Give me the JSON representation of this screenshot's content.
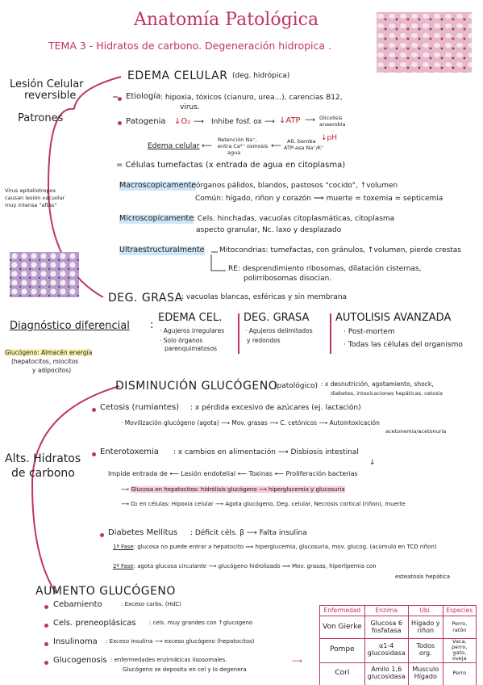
{
  "header": {
    "title": "Anatomía Patológica",
    "subtitle": "TEMA 3 - Hidratos de carbono. Degeneración hidropica ."
  },
  "left": {
    "lesion1": "Lesión Celular",
    "lesion2": "reversible",
    "lesion3": "Patrones",
    "virus1": "Virus epiteliotropos",
    "virus2": "causan lesión vacuolar",
    "virus3": "muy intensa \"aftas\""
  },
  "edema": {
    "title": "EDEMA CELULAR",
    "title_note": "(deg. hidrópica)",
    "etiologia_label": "Etiología",
    "etiologia_text": ": hipoxia, tóxicos (cianuro, urea...), carencias B12,",
    "etiologia_text2": "virus.",
    "patogenia_label": "Patogenia",
    "pat_o2": "↓O₂",
    "pat_inhibe": "Inhibe fosf. ox",
    "pat_atp": "↓ATP",
    "pat_glico1": "Glicolisis",
    "pat_glico2": "anaerobia",
    "pat_ph": "↓pH",
    "pat_edema": "Edema celular",
    "pat_ret1": "Retención Na⁺,",
    "pat_ret2": "entra Ca²⁺ osmosis",
    "pat_ret3": "agua",
    "pat_bomba1": "Alt. bomba",
    "pat_bomba2": "ATP-asa Na⁺/K⁺",
    "tumefactas": "= Células tumefactas (x entrada de agua en citoplasma)",
    "macro_label": "Macroscopicamente",
    "macro_text": ": órganos pálidos, blandos, pastosos \"cocido\", ↑volumen",
    "macro_text2": "Común: hígado, riñon y corazón ⟹ muerte = toxemia = septicemia",
    "micro_label": "Microscopicamente",
    "micro_text": ": Cels. hinchadas, vacuolas citoplasmáticas, citoplasma",
    "micro_text2": "aspecto granular, Nc. laxo y desplazado",
    "ultra_label": "Ultraestructuralmente",
    "mito": "Mitocondrias: tumefactas, con gránulos, ↑volumen, pierde crestas",
    "re1": "RE: desprendimiento ribosomas, dilatación cisternas,",
    "re2": "polirribosomas disocian."
  },
  "grasa": {
    "title": "DEG. GRASA",
    "text": ": vacuolas blancas, esféricas y sin membrana"
  },
  "diferencial": {
    "label": "Diagnóstico diferencial",
    "c1_title": "EDEMA CEL.",
    "c1_l1": "· Agujeros irregulares",
    "c1_l2": "· Solo órganos",
    "c1_l3": "parenquimatosos",
    "c2_title": "DEG. GRASA",
    "c2_l1": "· Agujeros delimitados",
    "c2_l2": "y redondos",
    "c3_title": "AUTOLISIS AVANZADA",
    "c3_l1": "· Post-mortem",
    "c3_l2": "· Todas las células del organismo"
  },
  "glucogeno_note": {
    "l1": "Glucógeno: Almacén energía",
    "l2": "(hepatocitos, miocitos",
    "l3": "y adipocitos)"
  },
  "alts": {
    "l1": "Alts. Hidratos",
    "l2": "de carbono"
  },
  "disminucion": {
    "title": "DISMINUCIÓN GLUCÓGENO",
    "note": "(patológico)",
    "causes": ": x desnutrición, agotamiento, shock,",
    "causes2": "diabetes, intoxicaciones hepáticas, cetosis",
    "cetosis_label": "Cetosis (rumiantes)",
    "cetosis_text": ": x pérdida excesivo de azúcares (ej. lactación)",
    "movil": "· Movilización glucógeno (agota) ⟶ Mov. grasas ⟶ C. cetónicos ⟶ Autointoxicación",
    "movil_note": "acetonemia/acetonuria",
    "entero_label": "Enterotoxemia",
    "entero_text": ": x cambios en alimentación ⟶ Disbiosis intestinal",
    "impide": "Impide entrada de ⟵ Lesión endotelial ⟵ Toxinas ⟵ Proliferación bacterias",
    "gluc_row": "Glucosa en hepatocitos: hidrólisis glucógeno ⟶ hiperglucemia y glucosuria",
    "o2_row": "O₂ en células: Hipoxia celular ⟶ Agota glucógeno, Deg. celular, Necrosis cortical (riñon), muerte",
    "diabetes_label": "Diabetes Mellitus",
    "diabetes_text": ": Déficit céls. β ⟶ Falta insulina",
    "fase1_label": "1ª Fase",
    "fase1_text": ": glucosa no puede entrar a hepatocito ⟹ hiperglucemia, glucosuria, mov. glucog. (acúmulo en TCD riñon)",
    "fase2_label": "2ª Fase",
    "fase2_text": ": agota glucosa circulante ⟶ glucógeno hidrolizado ⟹ Mov. grasas, hiperlipemia con",
    "fase2_text2": "esteatosis hepática"
  },
  "aumento": {
    "title": "AUMENTO GLUCÓGENO",
    "i1_label": "Cebamiento",
    "i1_text": ": Exceso carbs. (HdC)",
    "i2_label": "Cels. preneoplásicas",
    "i2_text": ": cels. muy grandes con ↑glucogeno",
    "i3_label": "Insulinoma",
    "i3_text": ": Exceso insulina ⟶ exceso glucógeno (hepatocitos)",
    "i4_label": "Glucogenosis",
    "i4_text": ": enfermedades enzimáticas lisosomales.",
    "i4_text2": "Glucógeno se deposita en cel y lo degenera"
  },
  "table": {
    "headers": [
      "Enfermedad",
      "Enzima",
      "Ubi.",
      "Especies"
    ],
    "rows": [
      [
        "Von Gierke",
        "Glucosa 6 fosfatasa",
        "Hígado y riñon",
        "Perro, ratón"
      ],
      [
        "Pompe",
        "α1-4 glucosidasa",
        "Todos org.",
        "Vaca, perro, gato, oveja"
      ],
      [
        "Cori",
        "Amilo 1,6 glucosidasa",
        "Musculo Hígado",
        "Perro"
      ]
    ]
  },
  "colors": {
    "accent": "#c0336a",
    "blue_highlight": "#cfe6f7",
    "pink_highlight": "#f6c9dc",
    "yellow_highlight": "#f9f3b0",
    "red": "#c0202d"
  }
}
